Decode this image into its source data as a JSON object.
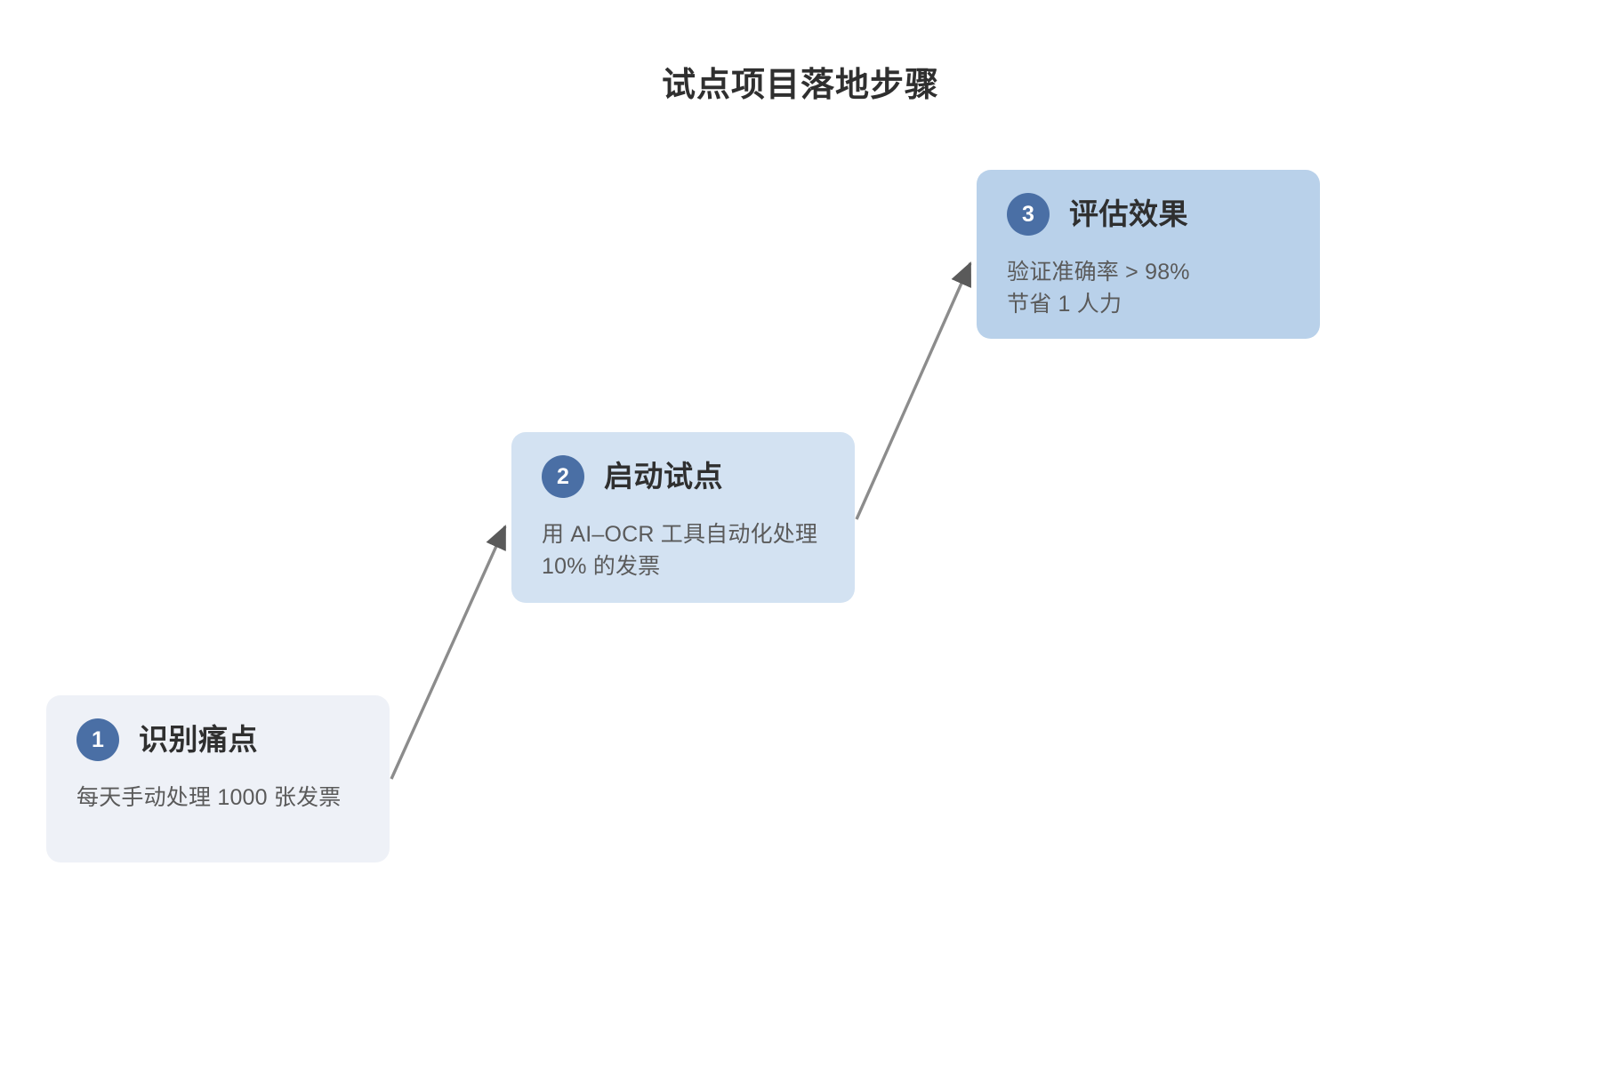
{
  "page": {
    "title": "试点项目落地步骤",
    "background_color": "#ffffff"
  },
  "theme": {
    "badge_color": "#4a6fa5",
    "badge_text_color": "#ffffff",
    "title_color": "#2f2f2f",
    "desc_color": "#5a5a5a",
    "arrow_color": "#8c8c8c",
    "arrowhead_color": "#5a5a5a"
  },
  "steps": [
    {
      "number": "1",
      "title": "识别痛点",
      "description": "每天手动处理 1000 张发票",
      "background_color": "#eef1f7"
    },
    {
      "number": "2",
      "title": "启动试点",
      "description": "用 AI–OCR 工具自动化处理\n10% 的发票",
      "background_color": "#d3e2f2"
    },
    {
      "number": "3",
      "title": "评估效果",
      "description": "验证准确率 > 98%\n节省 1 人力",
      "background_color": "#b9d1ea"
    }
  ],
  "connectors": [
    {
      "from": "1",
      "to": "2",
      "label": ""
    },
    {
      "from": "2",
      "to": "3",
      "label": ""
    }
  ]
}
